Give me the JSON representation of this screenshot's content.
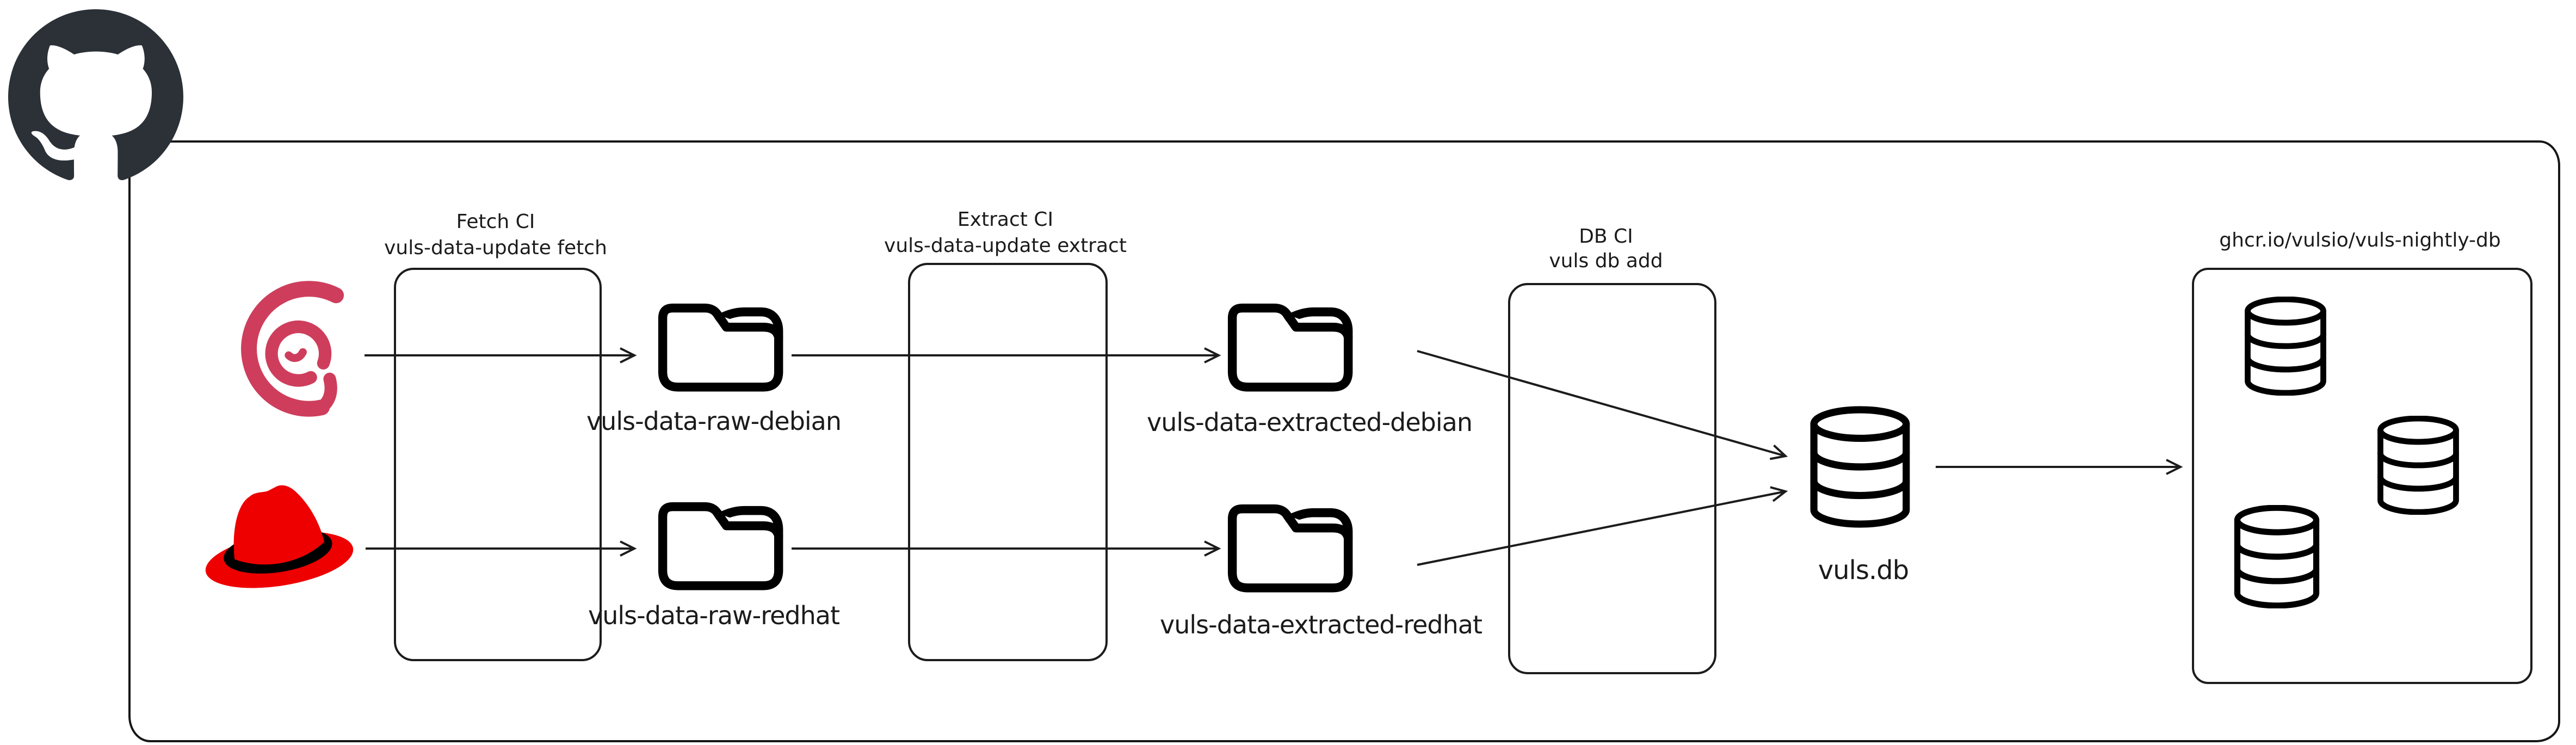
{
  "diagram": {
    "stages": {
      "fetch": {
        "title": "Fetch CI",
        "subtitle": "vuls-data-update fetch"
      },
      "extract": {
        "title": "Extract CI",
        "subtitle": "vuls-data-update extract"
      },
      "db": {
        "title": "DB CI",
        "subtitle": "vuls db add"
      },
      "registry": {
        "title": "ghcr.io/vulsio/vuls-nightly-db"
      }
    },
    "nodes": {
      "raw_debian": {
        "label": "vuls-data-raw-debian"
      },
      "raw_redhat": {
        "label": "vuls-data-raw-redhat"
      },
      "extracted_debian": {
        "label": "vuls-data-extracted-debian"
      },
      "extracted_redhat": {
        "label": "vuls-data-extracted-redhat"
      },
      "vuls_db": {
        "label": "vuls.db"
      }
    },
    "sources": {
      "github": {
        "name": "github-logo"
      },
      "debian": {
        "name": "debian-logo"
      },
      "redhat": {
        "name": "redhat-logo"
      }
    },
    "colors": {
      "ink": "#1c1c1c",
      "debian_red": "#CE3E5C",
      "redhat_red": "#EE0000",
      "redhat_band": "#000000",
      "github_dark": "#2b3137"
    }
  }
}
